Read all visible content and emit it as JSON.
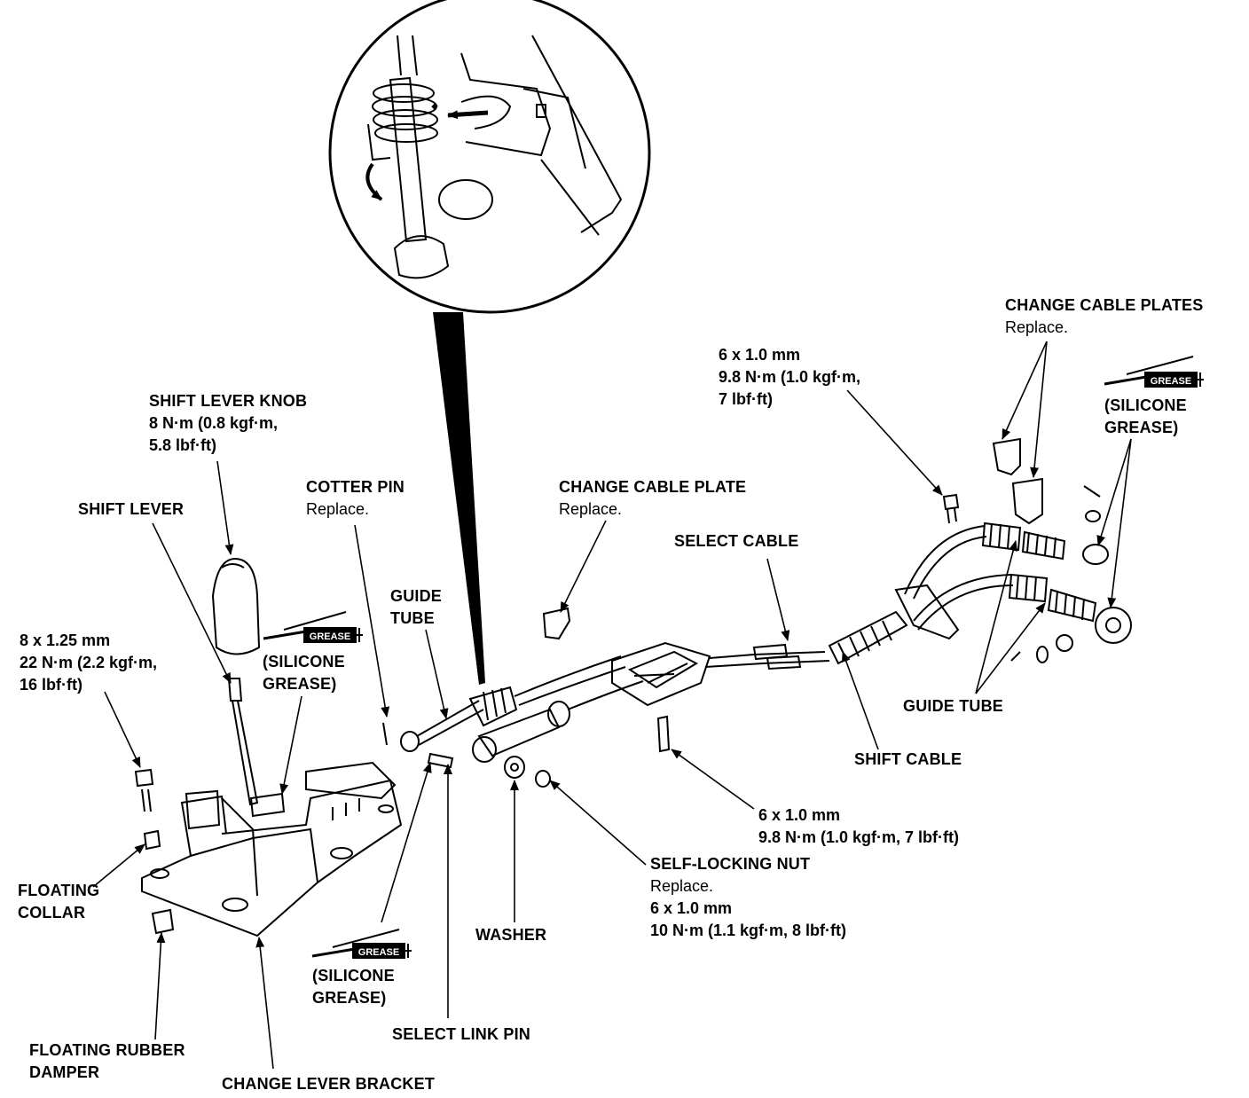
{
  "labels": {
    "shift_lever_knob": {
      "name": "SHIFT LEVER KNOB",
      "spec1": "8 N·m (0.8 kgf·m,",
      "spec2": "5.8 lbf·ft)"
    },
    "shift_lever": {
      "name": "SHIFT LEVER"
    },
    "bolt_left": {
      "size": "8 x 1.25 mm",
      "spec1": "22 N·m (2.2 kgf·m,",
      "spec2": "16 lbf·ft)"
    },
    "silicone_grease_upper_left": {
      "line1": "(SILICONE",
      "line2": "GREASE)"
    },
    "cotter_pin": {
      "name": "COTTER PIN",
      "note": "Replace."
    },
    "guide_tube_left": {
      "line1": "GUIDE",
      "line2": "TUBE"
    },
    "change_cable_plate": {
      "name": "CHANGE CABLE PLATE",
      "note": "Replace."
    },
    "select_cable": {
      "name": "SELECT CABLE"
    },
    "bolt_top": {
      "size": "6 x 1.0 mm",
      "spec1": "9.8 N·m (1.0 kgf·m,",
      "spec2": "7 lbf·ft)"
    },
    "change_cable_plates": {
      "name": "CHANGE CABLE PLATES",
      "note": "Replace."
    },
    "silicone_grease_right": {
      "line1": "(SILICONE",
      "line2": "GREASE)"
    },
    "guide_tube_right": {
      "name": "GUIDE TUBE"
    },
    "shift_cable": {
      "name": "SHIFT CABLE"
    },
    "bolt_middle": {
      "size": "6 x 1.0 mm",
      "spec": "9.8 N·m (1.0 kgf·m, 7 lbf·ft)"
    },
    "self_locking_nut": {
      "name": "SELF-LOCKING NUT",
      "note": "Replace.",
      "size": "6 x 1.0 mm",
      "spec": "10 N·m (1.1 kgf·m, 8 lbf·ft)"
    },
    "washer": {
      "name": "WASHER"
    },
    "silicone_grease_lower": {
      "line1": "(SILICONE",
      "line2": "GREASE)"
    },
    "select_link_pin": {
      "name": "SELECT LINK PIN"
    },
    "floating_collar": {
      "line1": "FLOATING",
      "line2": "COLLAR"
    },
    "floating_rubber_damper": {
      "line1": "FLOATING RUBBER",
      "line2": "DAMPER"
    },
    "change_lever_bracket": {
      "name": "CHANGE LEVER BRACKET"
    }
  },
  "grease_icon_text": "GREASE"
}
